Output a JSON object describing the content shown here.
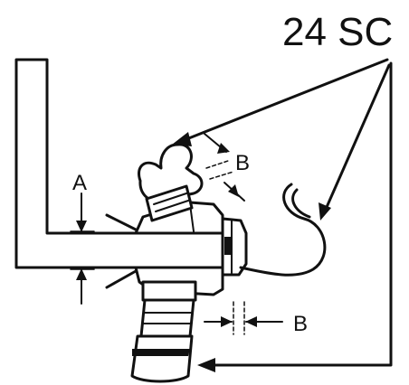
{
  "diagram": {
    "part_label": "24 SC",
    "dimension_a": "A",
    "dimension_b_upper": "B",
    "dimension_b_lower": "B"
  },
  "colors": {
    "ink": "#111111",
    "paper": "#ffffff"
  }
}
